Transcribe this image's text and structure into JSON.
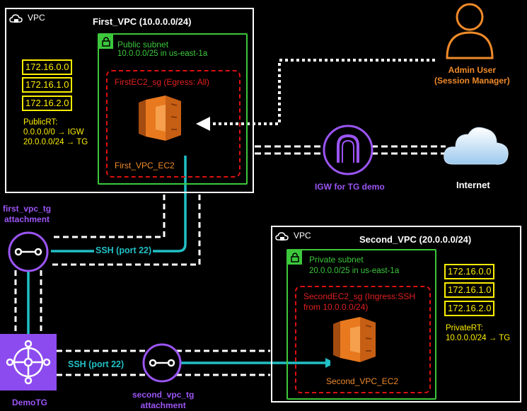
{
  "first_vpc": {
    "tag": "VPC",
    "title": "First_VPC (10.0.0.0/24)",
    "subnet_name": "Public subnet",
    "subnet_cidr": "10.0.0.0/25 in us-east-1a",
    "sg_label": "FirstEC2_sg (Egress: All)",
    "ec2_label": "First_VPC_EC2",
    "ips": [
      "172.16.0.0",
      "172.16.1.0",
      "172.16.2.0"
    ],
    "rt_lines": [
      "PublicRT:",
      "0.0.0.0/0 → IGW",
      "20.0.0.0/24 → TG"
    ]
  },
  "second_vpc": {
    "tag": "VPC",
    "title": "Second_VPC (20.0.0.0/24)",
    "subnet_name": "Private subnet",
    "subnet_cidr": "20.0.0.0/25 in us-east-1a",
    "sg_label_line1": "SecondEC2_sg (Ingress:SSH",
    "sg_label_line2": "from 10.0.0.0/24)",
    "ec2_label": "Second_VPC_EC2",
    "ips": [
      "172.16.0.0",
      "172.16.1.0",
      "172.16.2.0"
    ],
    "rt_lines": [
      "PrivateRT:",
      "10.0.0.0/24 → TG"
    ]
  },
  "igw_label": "IGW for TG demo",
  "internet_label": "Internet",
  "admin_label_line1": "Admin User",
  "admin_label_line2": "(Session Manager)",
  "first_attach_line1": "first_vpc_tg",
  "first_attach_line2": "attachment",
  "second_attach_line1": "second_vpc_tg",
  "second_attach_line2": "attachment",
  "tg_label": "DemoTG",
  "ssh_label_1": "SSH (port 22)",
  "ssh_label_2": "SSH (port 22)",
  "colors": {
    "subnet": "#3cc73c",
    "security_group": "#dd1111",
    "ec2": "#e8791f",
    "igw": "#9b55f5",
    "transit_gateway": "#9b55f5",
    "ssh_path": "#21c0c6",
    "ip_box": "#ffef00",
    "admin": "#f08a2a"
  },
  "icons": [
    "cloud-lock-icon",
    "lock-icon",
    "ec2-instance-icon",
    "igw-icon",
    "internet-cloud-icon",
    "admin-user-icon",
    "tg-attachment-icon",
    "transit-gateway-icon"
  ]
}
